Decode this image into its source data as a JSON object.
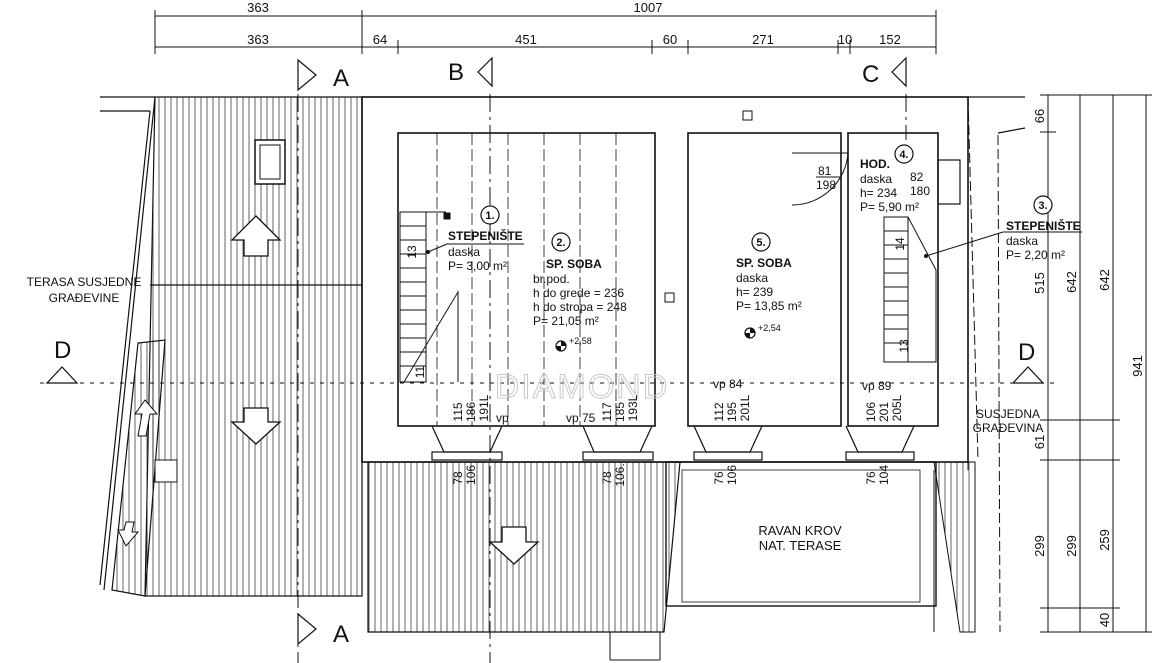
{
  "dims_top": {
    "row1": [
      "363",
      "1007"
    ],
    "row2": [
      "363",
      "64",
      "451",
      "60",
      "271",
      "10",
      "152"
    ]
  },
  "dims_right": {
    "col1": [
      "66",
      "515",
      "61",
      "299",
      "40"
    ],
    "col2": [
      "642",
      "299"
    ],
    "col3": [
      "642",
      "259"
    ],
    "total": "941"
  },
  "section_markers": {
    "a": "A",
    "b": "B",
    "c": "C",
    "d": "D"
  },
  "neighbors": {
    "left_line1": "TERASA SUSJEDNE",
    "left_line2": "GRAĐEVINE",
    "right_line1": "SUSJEDNA",
    "right_line2": "GRAĐEVINA"
  },
  "rooms": [
    {
      "num": "1.",
      "name": "STEPENIŠTE",
      "floor": "daska",
      "area": "P=  3,00  m²"
    },
    {
      "num": "2.",
      "name": "SP. SOBA",
      "floor": "br.pod.",
      "h1": "h  do grede  =  236",
      "h2": "h  do stropa  =  248",
      "area": "P=  21,05  m²",
      "level": "+2,58"
    },
    {
      "num": "5.",
      "name": "SP. SOBA",
      "floor": "daska",
      "h": "h=  239",
      "area": "P=  13,85  m²",
      "level": "+2,54"
    },
    {
      "num": "4.",
      "name": "HOD.",
      "floor": "daska",
      "door": "82",
      "h": "h=  234",
      "door2": "180",
      "area": "P=  5,90  m²"
    },
    {
      "num": "3.",
      "name": "STEPENIŠTE",
      "floor": "daska",
      "area": "P=  2,20  m²"
    }
  ],
  "door_top": "81",
  "door_bottom": "198",
  "stair_numbers": {
    "left_top": "13",
    "left_bottom": "11",
    "right_top": "14",
    "right_bottom": "13"
  },
  "windows": [
    {
      "vp": "vp",
      "v1": "115",
      "v2": "186",
      "v3": "191L",
      "w1": "78",
      "w2": "106"
    },
    {
      "vp": "vp  75",
      "v1": "117",
      "v2": "185",
      "v3": "193L",
      "w1": "78",
      "w2": "106."
    },
    {
      "vp": "vp  84",
      "v1": "112",
      "v2": "195",
      "v3": "201L",
      "w1": "76",
      "w2": "106"
    },
    {
      "vp": "vp  89",
      "v1": "106",
      "v2": "201",
      "v3": "205L",
      "w1": "76",
      "w2": "104"
    }
  ],
  "flat_roof": {
    "line1": "RAVAN  KROV",
    "line2": "NAT. TERASE"
  },
  "watermark": "DIAMOND"
}
